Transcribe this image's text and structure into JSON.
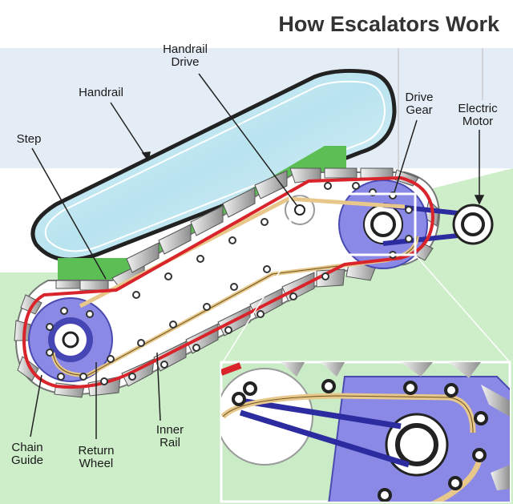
{
  "title": "How Escalators Work",
  "labels": {
    "handrail_drive_1": "Handrail",
    "handrail_drive_2": "Drive",
    "handrail": "Handrail",
    "drive_gear_1": "Drive",
    "drive_gear_2": "Gear",
    "electric_motor_1": "Electric",
    "electric_motor_2": "Motor",
    "step": "Step",
    "inner_rail_1": "Inner",
    "inner_rail_2": "Rail",
    "chain_guide_1": "Chain",
    "chain_guide_2": "Guide",
    "return_wheel_1": "Return",
    "return_wheel_2": "Wheel"
  },
  "colors": {
    "background_band": "#dfe9f4",
    "floor_green": "#c8ecc3",
    "truss_green": "#5cbf55",
    "chain_red": "#d8242a",
    "rail_tan": "#e8c88a",
    "gear_blue": "#8888e6",
    "gear_dark": "#3a3aa8",
    "step_gray": "#c8c8c8",
    "handrail_outline": "#222222",
    "glass": "#bfe8f2",
    "callout_frame": "#ffffff"
  }
}
